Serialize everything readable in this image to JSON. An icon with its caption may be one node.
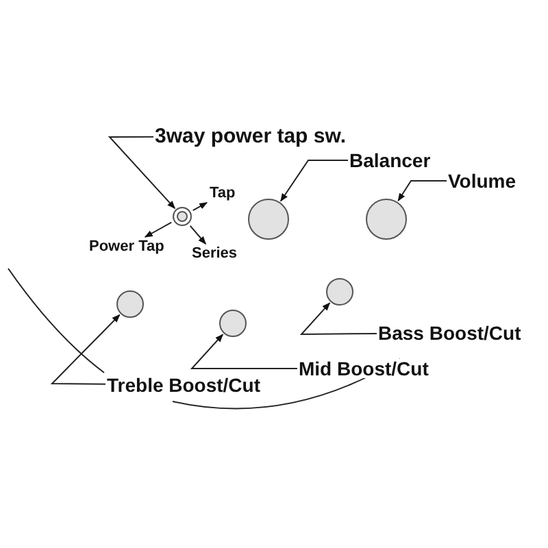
{
  "diagram": {
    "nodes": [
      {
        "text": [
          "3way power tap sw."
        ]
      },
      {
        "text": [],
        "shape": "circle"
      },
      {
        "text": [
          "Tap"
        ]
      },
      {
        "text": [
          "Power Tap"
        ]
      },
      {
        "text": [
          "Series"
        ]
      },
      {
        "text": [
          "Balancer"
        ]
      },
      {
        "text": [],
        "shape": "circle"
      },
      {
        "text": [
          "Volume"
        ]
      },
      {
        "text": [],
        "shape": "circle"
      },
      {
        "text": [],
        "shape": "circle"
      },
      {
        "text": [],
        "shape": "circle"
      },
      {
        "text": [],
        "shape": "circle"
      },
      {
        "text": [
          "Treble Boost/Cut"
        ]
      },
      {
        "text": [
          "Mid Boost/Cut"
        ]
      },
      {
        "text": [
          "Bass Boost/Cut"
        ]
      }
    ],
    "edges": [
      {
        "from": 0,
        "to": 1,
        "arrow": "to"
      },
      {
        "from": 1,
        "to": 2,
        "arrow": "to"
      },
      {
        "from": 1,
        "to": 3,
        "arrow": "to"
      },
      {
        "from": 1,
        "to": 4,
        "arrow": "to"
      },
      {
        "from": 5,
        "to": 6,
        "arrow": "to"
      },
      {
        "from": 7,
        "to": 8,
        "arrow": "to"
      },
      {
        "from": 12,
        "to": 9,
        "arrow": "to"
      },
      {
        "from": 13,
        "to": 10,
        "arrow": "to"
      },
      {
        "from": 14,
        "to": 11,
        "arrow": "to"
      }
    ]
  }
}
